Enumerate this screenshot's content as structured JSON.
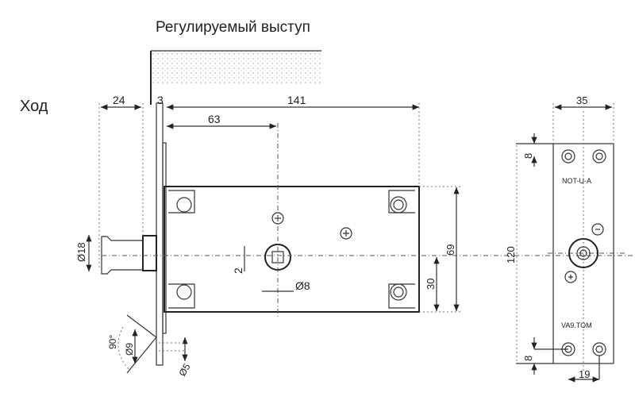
{
  "labels": {
    "adjustable_protrusion": "Регулируемый выступ",
    "travel": "Ход"
  },
  "side_view": {
    "dim_travel": "24",
    "dim_plate": "3",
    "dim_depth": "141",
    "dim_backset": "63",
    "dim_cylinder_dia": "Ø18",
    "dim_offset": "2",
    "dim_spindle": "Ø8",
    "dim_height": "69",
    "dim_half_height": "30",
    "dim_countersink_angle": "90°",
    "dim_countersink_dia": "Ø9",
    "dim_hole_dia": "Ø5"
  },
  "front_view": {
    "dim_width": "35",
    "dim_top_margin": "8",
    "dim_length": "120",
    "dim_bottom_margin": "8",
    "dim_hole_spacing": "19",
    "stamp_top": "NOT-U-A",
    "stamp_bottom": "VA9.TOM"
  }
}
